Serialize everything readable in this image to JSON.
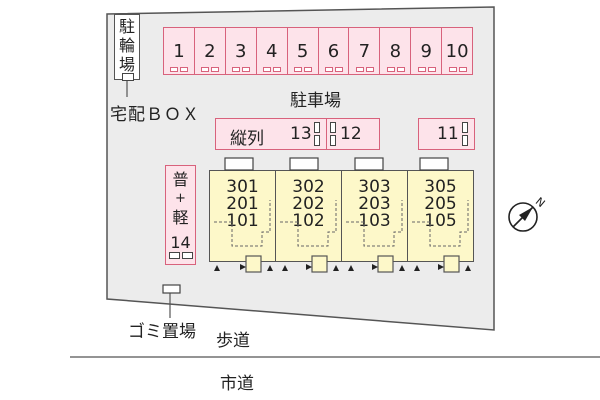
{
  "labels": {
    "bicycle_parking": [
      "駐",
      "輪",
      "場"
    ],
    "delivery_box": "宅配ＢＯＸ",
    "parking_lot": "駐車場",
    "tandem": "縦列",
    "garbage": "ゴミ置場",
    "sidewalk": "歩道",
    "city_road": "市道",
    "compact_space": [
      "普",
      "+",
      "軽",
      "14"
    ]
  },
  "parking_row_top": [
    "1",
    "2",
    "3",
    "4",
    "5",
    "6",
    "7",
    "8",
    "9",
    "10"
  ],
  "parking_mid": [
    "13",
    "12",
    "11"
  ],
  "buildings": [
    {
      "units": [
        "301",
        "201",
        "101"
      ]
    },
    {
      "units": [
        "302",
        "202",
        "102"
      ]
    },
    {
      "units": [
        "303",
        "203",
        "103"
      ]
    },
    {
      "units": [
        "305",
        "205",
        "105"
      ]
    }
  ],
  "compass": {
    "icon": "north-arrow-icon",
    "letter": "N"
  },
  "colors": {
    "parking_fill": "#fde3ea",
    "parking_border": "#d8627c",
    "building_fill": "#fdf8c9",
    "lot_fill": "#ececec"
  }
}
